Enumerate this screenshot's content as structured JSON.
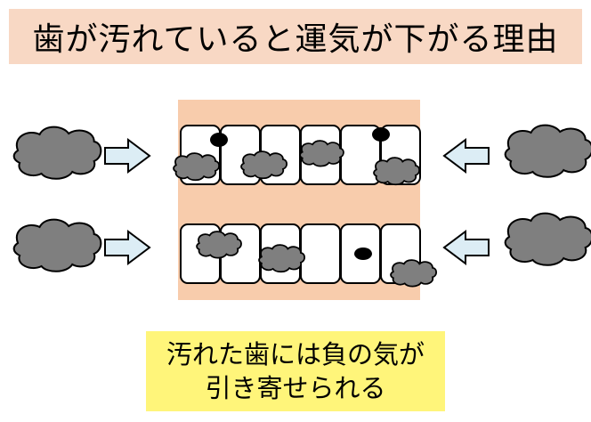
{
  "title": "歯が汚れていると運気が下がる理由",
  "note": {
    "line1": "汚れた歯には負の気が",
    "line2": "引き寄せられる"
  },
  "colors": {
    "title_bg": "#f8d8c4",
    "gum": "#f8ccac",
    "cloud": "#7f7f7f",
    "arrow_fill": "#dcedf5",
    "note_bg": "#fff57a",
    "stain": "#000000"
  },
  "icons": [
    "cloud-icon",
    "right-arrow-icon",
    "left-arrow-icon",
    "tooth-icon",
    "stain-icon"
  ]
}
